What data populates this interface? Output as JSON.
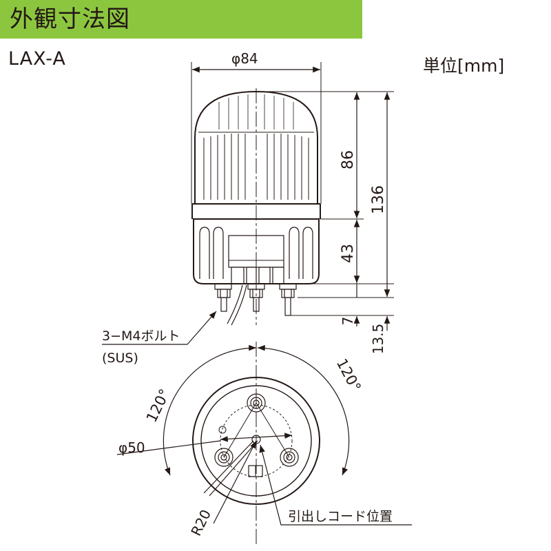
{
  "header": {
    "title": "外観寸法図",
    "bg_color": "#8cc63f"
  },
  "model": "LAX-A",
  "unit_label": "単位[mm]",
  "dimensions": {
    "diameter_top": "φ84",
    "height_dome": "86",
    "height_total": "136",
    "height_base": "43",
    "bolt_length": "7",
    "bolt_total": "13.5"
  },
  "annotations": {
    "bolt_line1": "3−M4ボルト",
    "bolt_line2": "(SUS)",
    "angle_left": "120°",
    "angle_right": "120°",
    "bolt_circle": "φ50",
    "radius": "R20",
    "cord_position": "引出しコード位置"
  },
  "colors": {
    "line": "#231815"
  }
}
